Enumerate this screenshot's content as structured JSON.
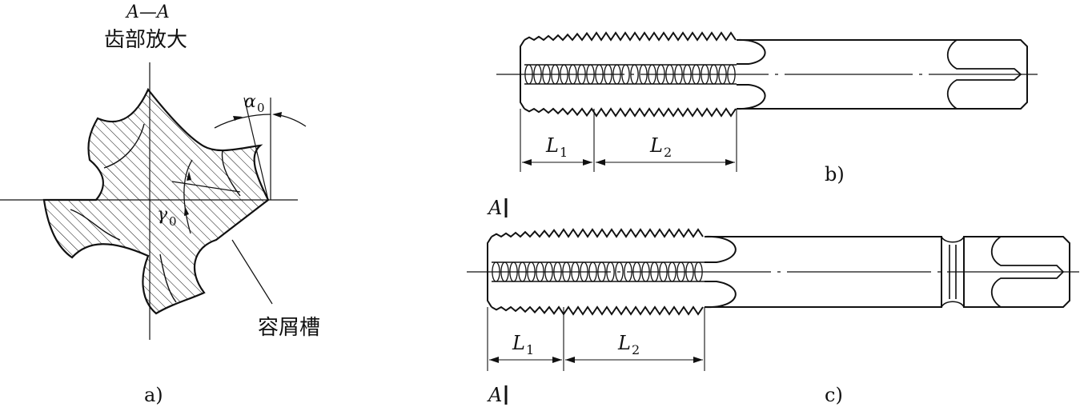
{
  "fig_a": {
    "section_label": "A—A",
    "title": "齿部放大",
    "alpha_symbol": "α",
    "alpha_sub": "0",
    "gamma_symbol": "γ",
    "gamma_sub": "0",
    "flute_label": "容屑槽",
    "caption": "a)"
  },
  "fig_b": {
    "l1_symbol": "L",
    "l1_sub": "1",
    "l2_symbol": "L",
    "l2_sub": "2",
    "caption": "b)"
  },
  "fig_c": {
    "l1_symbol": "L",
    "l1_sub": "1",
    "l2_symbol": "L",
    "l2_sub": "2",
    "caption": "c)"
  },
  "section_marks": {
    "top": "A",
    "bottom": "A"
  }
}
